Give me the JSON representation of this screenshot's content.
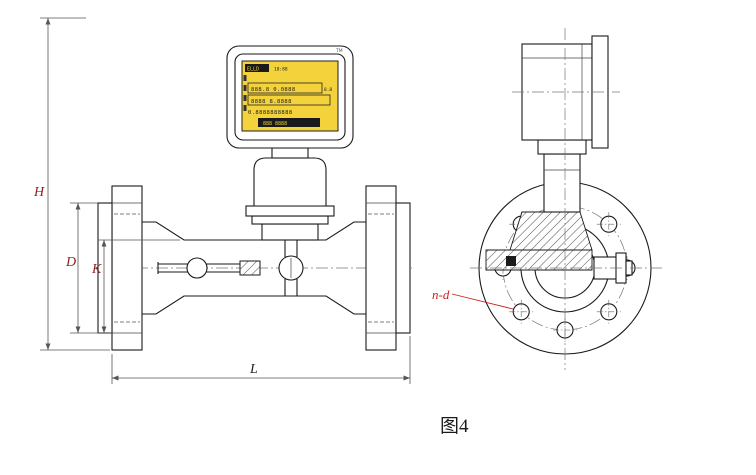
{
  "caption": "图4",
  "labels": {
    "height": "H",
    "outer_diameter": "D",
    "inner_diameter": "K",
    "length": "L",
    "bolt_spec": "n-d"
  },
  "lcd": {
    "brand": "ELLD",
    "trademark": "TM",
    "row_top": "18:88",
    "row_boxed_1": "888.8  0.0888",
    "row_boxed_1_unit": "8.8",
    "row_boxed_2": "8888  8.8888",
    "row_digits": "0.8888888888",
    "bottom_bar": "888 8888"
  },
  "colors": {
    "dimension_label": "#8f2222",
    "bolt_label": "#cc2222",
    "lcd_background": "#f3d23c",
    "line": "#1a1a1a"
  }
}
